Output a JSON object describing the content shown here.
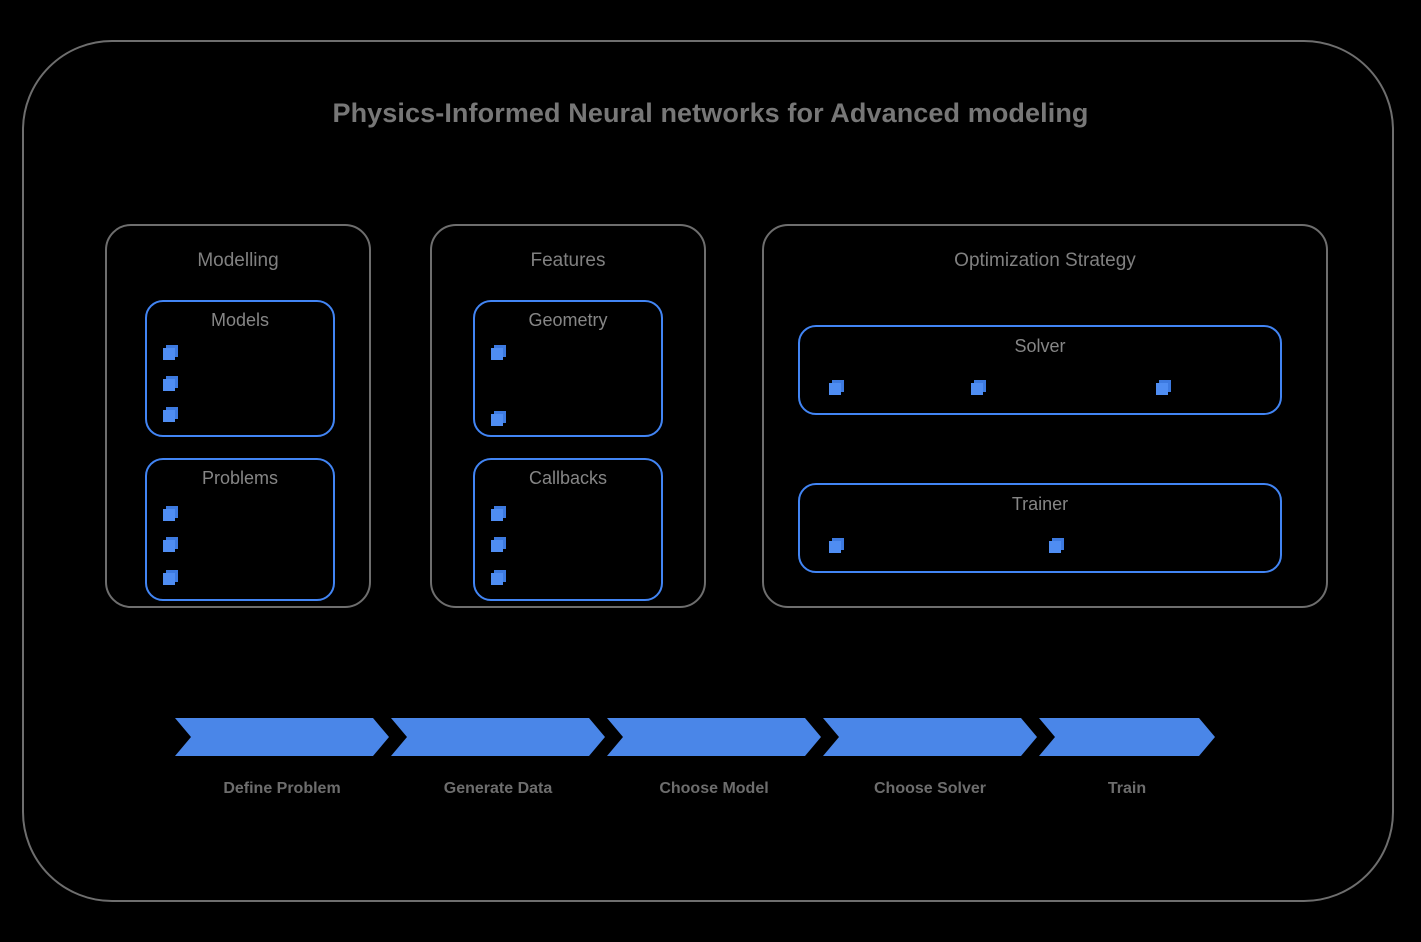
{
  "diagram": {
    "title": "Physics-Informed Neural networks for Advanced modeling",
    "frame_border_color": "#6e6e6e",
    "accent_color": "#4285f4",
    "background_color": "#000000",
    "title_color": "#777777"
  },
  "groups": [
    {
      "id": "modelling",
      "title": "Modelling",
      "cards": [
        {
          "id": "models",
          "title": "Models",
          "marker_count": 3,
          "marker_layout": "vertical"
        },
        {
          "id": "problems",
          "title": "Problems",
          "marker_count": 3,
          "marker_layout": "vertical"
        }
      ]
    },
    {
      "id": "features",
      "title": "Features",
      "cards": [
        {
          "id": "geometry",
          "title": "Geometry",
          "marker_count": 2,
          "marker_layout": "vertical"
        },
        {
          "id": "callbacks",
          "title": "Callbacks",
          "marker_count": 3,
          "marker_layout": "vertical"
        }
      ]
    },
    {
      "id": "optimization-strategy",
      "title": "Optimization Strategy",
      "cards": [
        {
          "id": "solver",
          "title": "Solver",
          "marker_count": 3,
          "marker_layout": "horizontal"
        },
        {
          "id": "trainer",
          "title": "Trainer",
          "marker_count": 2,
          "marker_layout": "horizontal"
        }
      ]
    }
  ],
  "pipeline": {
    "arrow_color": "#4a86e8",
    "label_color": "#6d6d6d",
    "steps": [
      {
        "label": "Define Problem"
      },
      {
        "label": "Generate Data"
      },
      {
        "label": "Choose Model"
      },
      {
        "label": "Choose Solver"
      },
      {
        "label": "Train"
      }
    ]
  }
}
